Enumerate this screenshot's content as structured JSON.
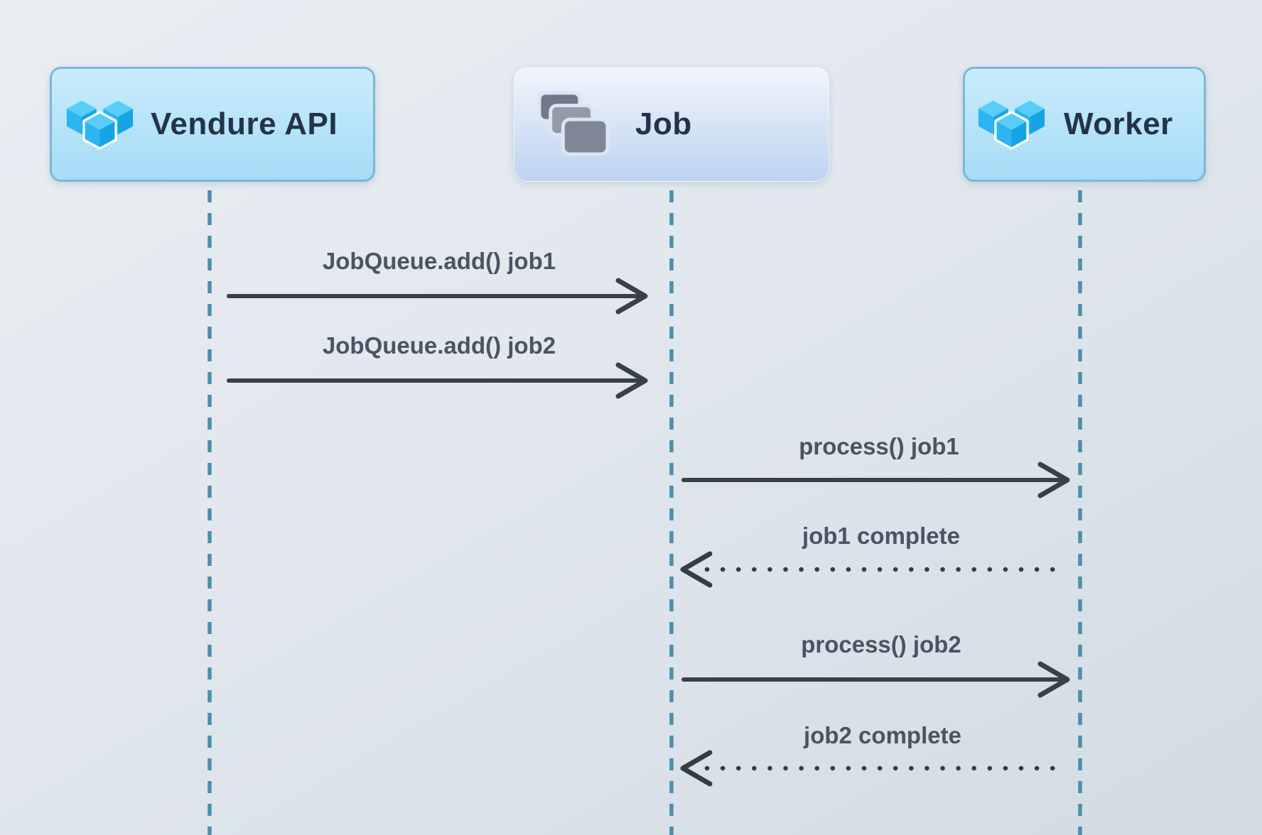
{
  "diagram": {
    "kind": "sequence-diagram",
    "topic": "Vendure job queue processing"
  },
  "participants": [
    {
      "id": "vendure-api",
      "label": "Vendure API",
      "icon": "vendure-logo-icon"
    },
    {
      "id": "job",
      "label": "Job",
      "icon": "stacked-cards-icon"
    },
    {
      "id": "worker",
      "label": "Worker",
      "icon": "vendure-logo-icon"
    }
  ],
  "messages": [
    {
      "from": "vendure-api",
      "to": "job",
      "label": "JobQueue.add() job1",
      "line": "solid"
    },
    {
      "from": "vendure-api",
      "to": "job",
      "label": "JobQueue.add() job2",
      "line": "solid"
    },
    {
      "from": "job",
      "to": "worker",
      "label": "process() job1",
      "line": "solid"
    },
    {
      "from": "worker",
      "to": "job",
      "label": "job1 complete",
      "line": "dotted"
    },
    {
      "from": "job",
      "to": "worker",
      "label": "process() job2",
      "line": "solid"
    },
    {
      "from": "worker",
      "to": "job",
      "label": "job2 complete",
      "line": "dotted"
    }
  ],
  "colors": {
    "lifeline": "#4c8fa9",
    "arrow": "#394049",
    "dotted_arrow": "#343c44",
    "label_text": "#4a5462",
    "participant_text": "#24334a",
    "blue_box_fill_top": "#c9ecfb",
    "blue_box_fill_bottom": "#a5dcf6",
    "blue_box_border": "#7cb7d8",
    "light_box_fill_top": "#f2f5fb",
    "light_box_fill_bottom": "#bed3f0",
    "logo_blue": "#2bb5f1",
    "card_gray": "#7d8795"
  }
}
